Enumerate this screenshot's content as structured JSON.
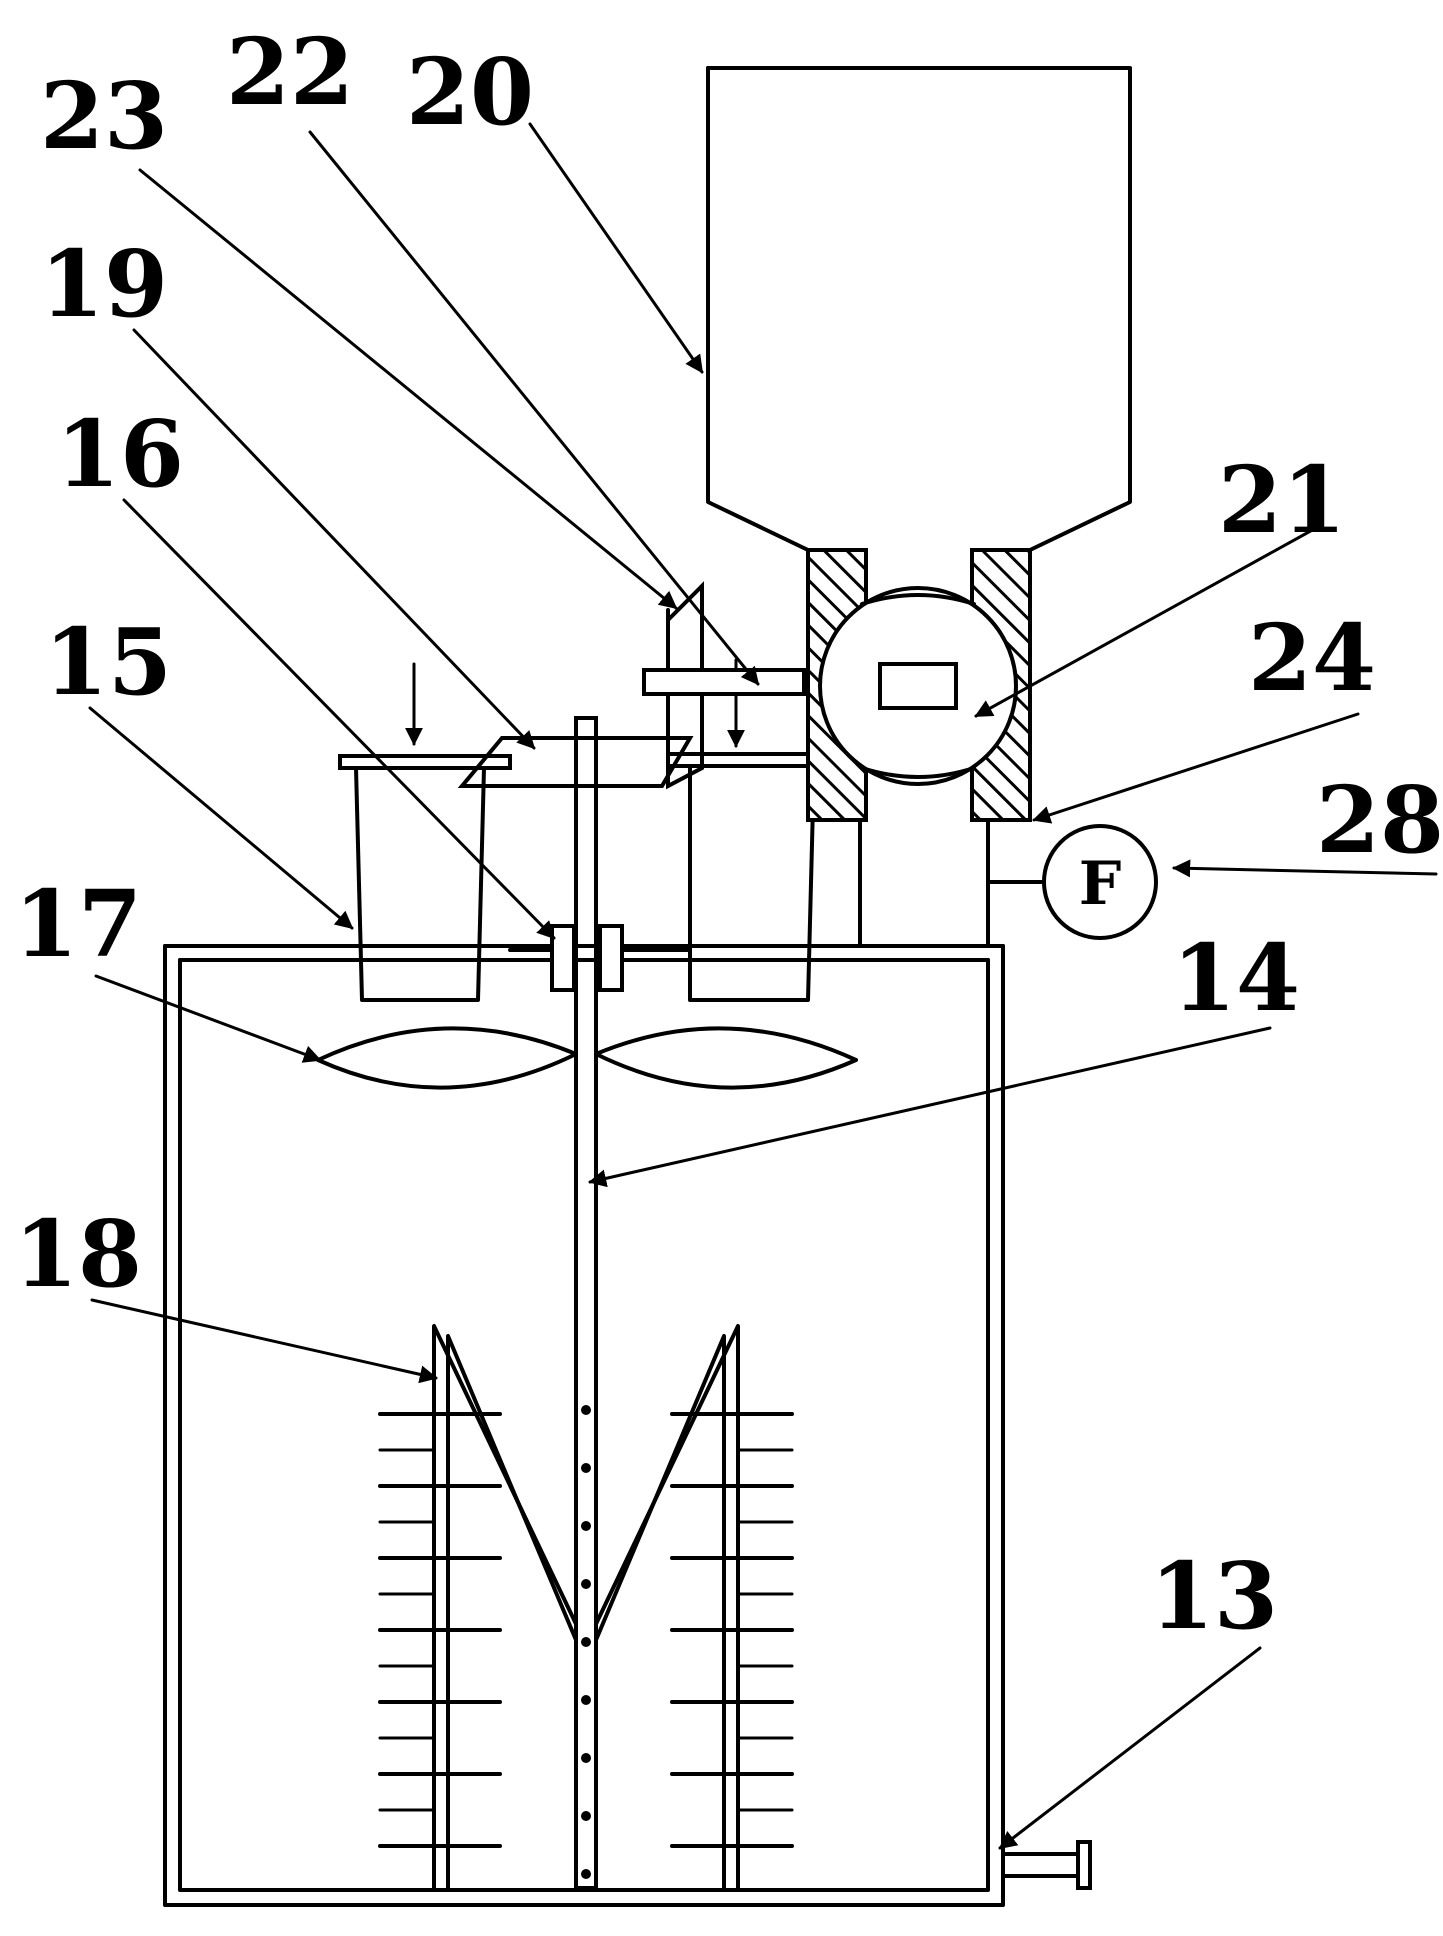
{
  "diagram": {
    "labels": {
      "l13": "13",
      "l14": "14",
      "l15": "15",
      "l16": "16",
      "l17": "17",
      "l18": "18",
      "l19": "19",
      "l20": "20",
      "l21": "21",
      "l22": "22",
      "l23": "23",
      "l24": "24",
      "l28": "28"
    },
    "flowmeter_symbol": "F"
  }
}
